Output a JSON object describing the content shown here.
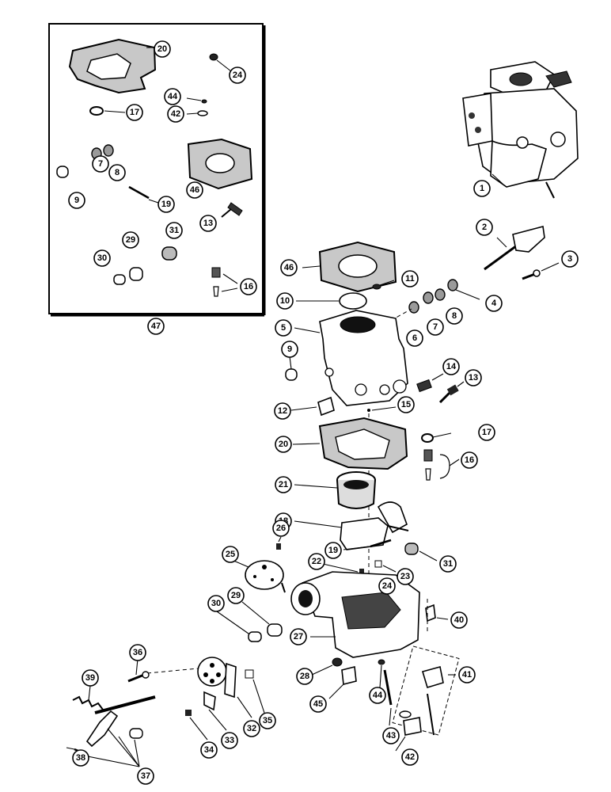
{
  "figure": {
    "kit_callouts": [
      {
        "label": "20",
        "name": "callout-20-kit"
      },
      {
        "label": "24",
        "name": "callout-24-kit"
      },
      {
        "label": "17",
        "name": "callout-17-kit"
      },
      {
        "label": "44",
        "name": "callout-44-kit"
      },
      {
        "label": "42",
        "name": "callout-42-kit"
      },
      {
        "label": "7",
        "name": "callout-7-kit"
      },
      {
        "label": "8",
        "name": "callout-8-kit"
      },
      {
        "label": "9",
        "name": "callout-9-kit"
      },
      {
        "label": "19",
        "name": "callout-19-kit"
      },
      {
        "label": "46",
        "name": "callout-46-kit"
      },
      {
        "label": "13",
        "name": "callout-13-kit"
      },
      {
        "label": "30",
        "name": "callout-30-kit"
      },
      {
        "label": "29",
        "name": "callout-29-kit"
      },
      {
        "label": "31",
        "name": "callout-31-kit"
      },
      {
        "label": "16",
        "name": "callout-16-kit"
      }
    ],
    "kit_label": "47",
    "main_callouts": [
      {
        "label": "1"
      },
      {
        "label": "2"
      },
      {
        "label": "3"
      },
      {
        "label": "4"
      },
      {
        "label": "5"
      },
      {
        "label": "6"
      },
      {
        "label": "7"
      },
      {
        "label": "8"
      },
      {
        "label": "9"
      },
      {
        "label": "10"
      },
      {
        "label": "11"
      },
      {
        "label": "12"
      },
      {
        "label": "13"
      },
      {
        "label": "14"
      },
      {
        "label": "15"
      },
      {
        "label": "16"
      },
      {
        "label": "17"
      },
      {
        "label": "18"
      },
      {
        "label": "19"
      },
      {
        "label": "20"
      },
      {
        "label": "21"
      },
      {
        "label": "22"
      },
      {
        "label": "23"
      },
      {
        "label": "24"
      },
      {
        "label": "25"
      },
      {
        "label": "26"
      },
      {
        "label": "27"
      },
      {
        "label": "28"
      },
      {
        "label": "29"
      },
      {
        "label": "30"
      },
      {
        "label": "31"
      },
      {
        "label": "32"
      },
      {
        "label": "33"
      },
      {
        "label": "34"
      },
      {
        "label": "35"
      },
      {
        "label": "36"
      },
      {
        "label": "37"
      },
      {
        "label": "38"
      },
      {
        "label": "39"
      },
      {
        "label": "40"
      },
      {
        "label": "41"
      },
      {
        "label": "42"
      },
      {
        "label": "43"
      },
      {
        "label": "44"
      },
      {
        "label": "45"
      },
      {
        "label": "46"
      }
    ]
  }
}
